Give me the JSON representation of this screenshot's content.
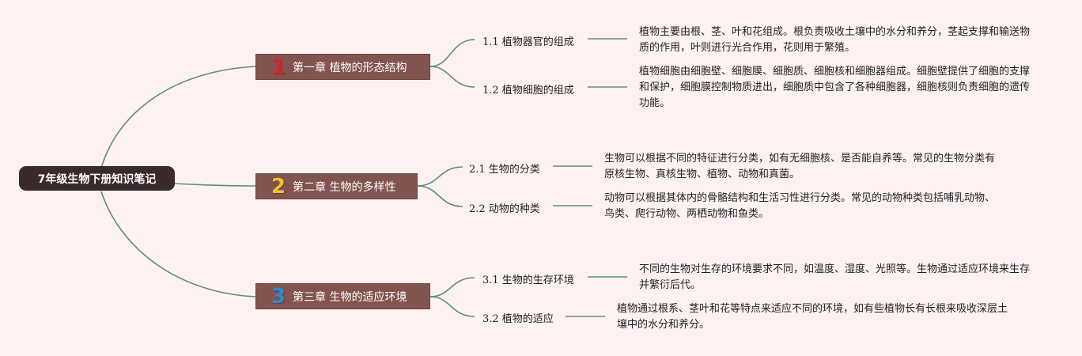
{
  "title": "7年级生物下册知识笔记",
  "colors": {
    "background": "#fdf1f1",
    "root_fill": "#3b2a2c",
    "chapter_fill": "#83534f",
    "connector": "#5e8c80",
    "num1": "#d5262b",
    "num2": "#f2c230",
    "num3": "#2a8ad0"
  },
  "chapters": [
    {
      "num": "1",
      "title": "第一章 植物的形态结构",
      "sections": [
        {
          "label": "1.1 植物器官的组成",
          "desc": "植物主要由根、茎、叶和花组成。根负责吸收土壤中的水分和养分，茎起支撑和输送物质的作用，叶则进行光合作用，花则用于繁殖。"
        },
        {
          "label": "1.2 植物细胞的组成",
          "desc": "植物细胞由细胞壁、细胞膜、细胞质、细胞核和细胞器组成。细胞壁提供了细胞的支撑和保护，细胞膜控制物质进出，细胞质中包含了各种细胞器，细胞核则负责细胞的遗传功能。"
        }
      ]
    },
    {
      "num": "2",
      "title": "第二章 生物的多样性",
      "sections": [
        {
          "label": "2.1 生物的分类",
          "desc": "生物可以根据不同的特征进行分类，如有无细胞核、是否能自养等。常见的生物分类有原核生物、真核生物、植物、动物和真菌。"
        },
        {
          "label": "2.2 动物的种类",
          "desc": "动物可以根据其体内的骨骼结构和生活习性进行分类。常见的动物种类包括哺乳动物、鸟类、爬行动物、两栖动物和鱼类。"
        }
      ]
    },
    {
      "num": "3",
      "title": "第三章 生物的适应环境",
      "sections": [
        {
          "label": "3.1 生物的生存环境",
          "desc": "不同的生物对生存的环境要求不同，如温度、湿度、光照等。生物通过适应环境来生存并繁衍后代。"
        },
        {
          "label": "3.2 植物的适应",
          "desc": "植物通过根系、茎叶和花等特点来适应不同的环境，如有些植物长有长根来吸收深层土壤中的水分和养分。"
        }
      ]
    }
  ]
}
